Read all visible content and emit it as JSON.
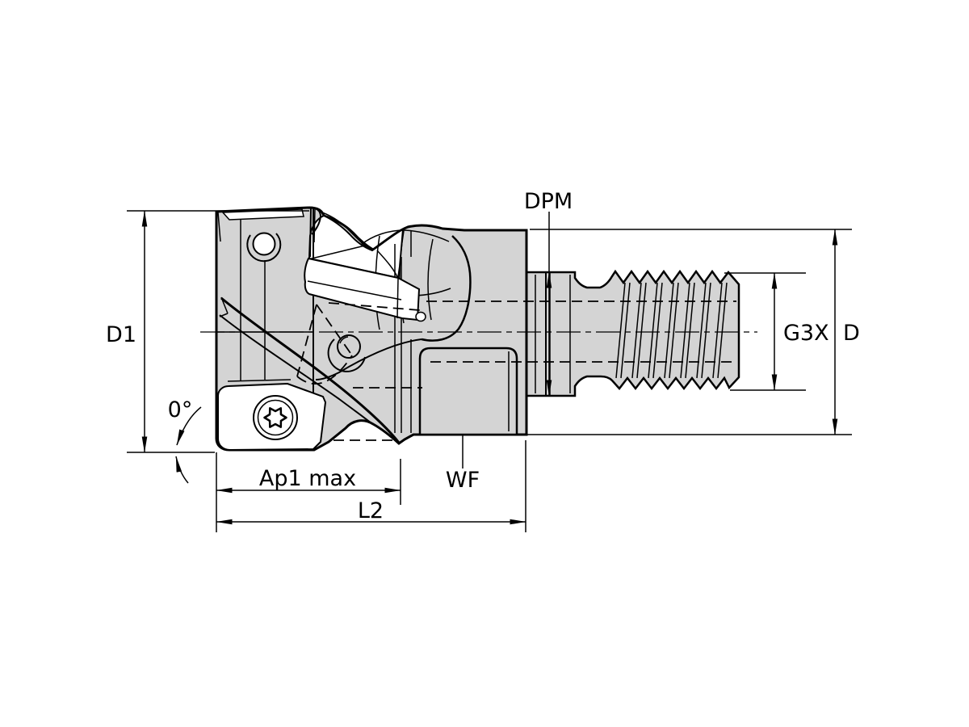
{
  "drawing": {
    "description": "Technical dimension drawing of a modular screw-in end mill cutter with threaded shank",
    "labels": {
      "dpm": "DPM",
      "d1": "D1",
      "g3x": "G3X",
      "d": "D",
      "angle": "0°",
      "ap1_max": "Ap1 max",
      "wf": "WF",
      "l2": "L2"
    },
    "colors": {
      "background": "#ffffff",
      "line": "#000000",
      "metal": "#d4d4d4",
      "insert": "#ffffff"
    }
  }
}
